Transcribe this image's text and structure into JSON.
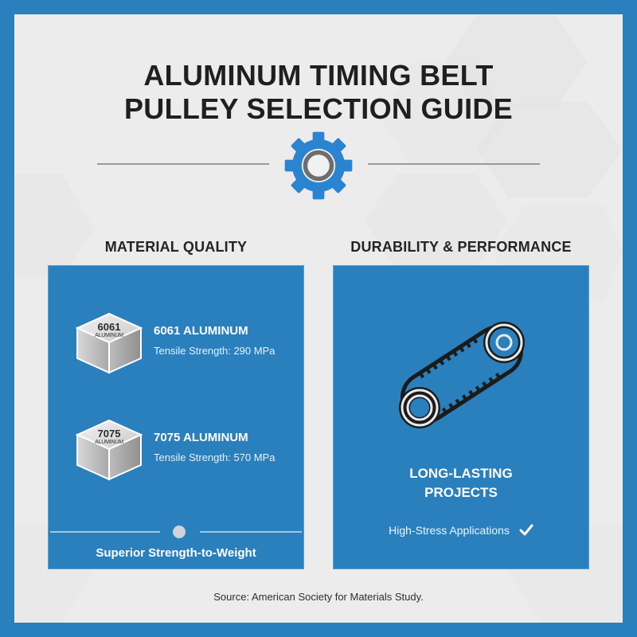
{
  "title": {
    "line1": "ALUMINUM TIMING BELT",
    "line2": "PULLEY SELECTION GUIDE"
  },
  "header_icon": "gear-icon",
  "sections": {
    "material_quality": {
      "heading": "MATERIAL QUALITY",
      "materials": [
        {
          "cube_number": "6061",
          "cube_sub": "ALUMINUM",
          "name": "6061 ALUMINUM",
          "spec": "Tensile Strength: 290 MPa",
          "icon": "aluminum-block-icon"
        },
        {
          "cube_number": "7075",
          "cube_sub": "ALUMINUM",
          "name": "7075 ALUMINUM",
          "spec": "Tensile Strength: 570 MPa",
          "icon": "aluminum-block-icon"
        }
      ],
      "footer": "Superior Strength-to-Weight"
    },
    "durability": {
      "heading": "DURABILITY & PERFORMANCE",
      "icon": "timing-belt-icon",
      "title_line1": "LONG-LASTING",
      "title_line2": "PROJECTS",
      "feature": "High-Stress Applications",
      "feature_icon": "checkmark-icon"
    }
  },
  "source": "Source: American Society for Materials Study.",
  "colors": {
    "frame_blue": "#2a7fbd",
    "panel_blue": "#2a7fbd",
    "background": "#ececec",
    "title_text": "#1f1f1f",
    "gear_ring": "#6e6e6e"
  }
}
